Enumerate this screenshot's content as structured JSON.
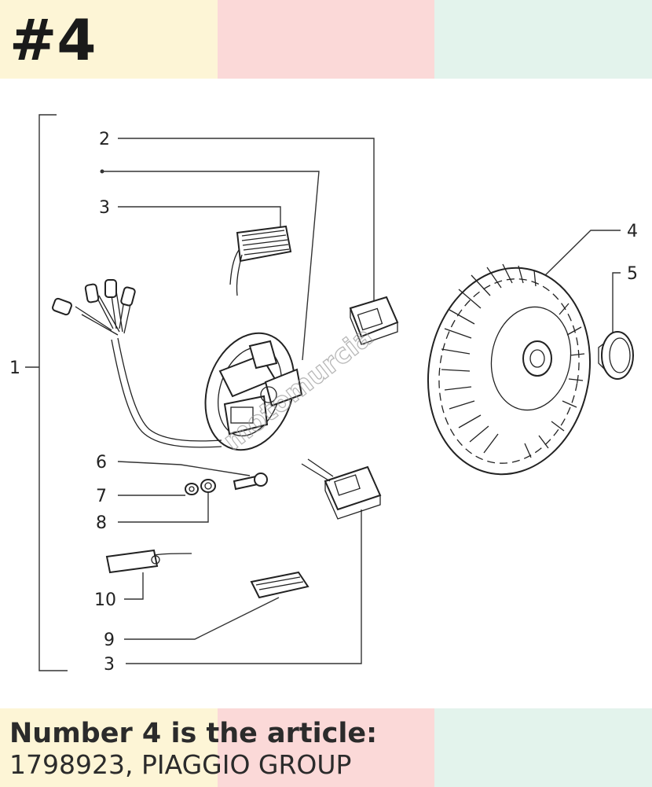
{
  "header": {
    "tag": "#4"
  },
  "colors": {
    "band_yellow": "#fdf5d6",
    "band_pink": "#fbd9d8",
    "band_green": "#e3f3ec"
  },
  "diagram": {
    "watermark": "motomurcia",
    "callouts": [
      "1",
      "2",
      "3",
      "3",
      "4",
      "5",
      "6",
      "7",
      "8",
      "9",
      "10"
    ]
  },
  "footer": {
    "line1": "Number 4 is the article:",
    "line2": "1798923, PIAGGIO GROUP"
  }
}
